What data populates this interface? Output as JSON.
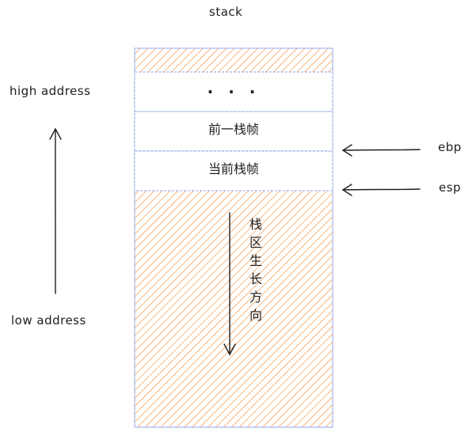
{
  "title": "stack",
  "axis": {
    "high_label": "high address",
    "low_label": "low address"
  },
  "cells": {
    "ellipsis": "· · ·",
    "previous_frame": "前一栈帧",
    "current_frame": "当前栈帧"
  },
  "registers": {
    "ebp": "ebp",
    "esp": "esp"
  },
  "growth": {
    "chars": [
      "栈",
      "区",
      "生",
      "长",
      "方",
      "向"
    ]
  },
  "colors": {
    "hatch": "#f5a25d",
    "border": "#a5b8e8",
    "stroke": "#1e1e1e"
  }
}
